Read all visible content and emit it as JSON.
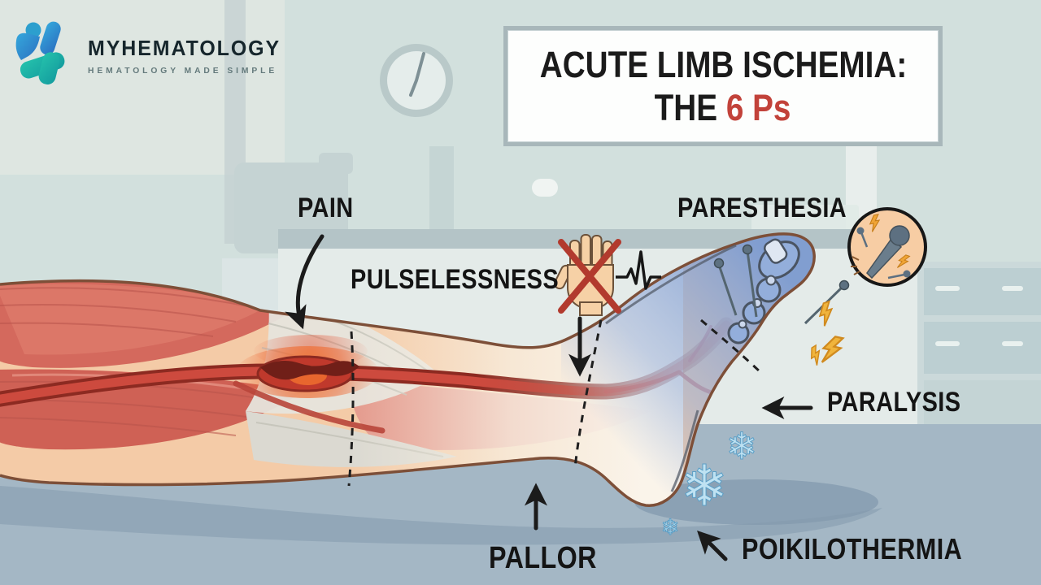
{
  "brand": {
    "name": "MYHEMATOLOGY",
    "tagline": "HEMATOLOGY MADE SIMPLE"
  },
  "title": {
    "line1": "ACUTE LIMB ISCHEMIA:",
    "line2_prefix": "THE",
    "line2_highlight": "6 Ps",
    "highlight_color": "#c2423a"
  },
  "labels": {
    "pain": "PAIN",
    "pulselessness": "PULSELESSNESS",
    "pallor": "PALLOR",
    "paresthesia": "PARESTHESIA",
    "paralysis": "PARALYSIS",
    "poikilothermia": "POIKILOTHERMIA"
  },
  "icons": [
    {
      "name": "clock-icon",
      "meaning": "wall clock in exam room"
    },
    {
      "name": "no-pulse-hand-icon",
      "meaning": "hand crossed out in red - absent pulse"
    },
    {
      "name": "ecg-trace-icon",
      "meaning": "single ECG spike next to crossed hand"
    },
    {
      "name": "pin-needle-badge-icon",
      "meaning": "circular badge with pricking pin and sparks"
    },
    {
      "name": "needle-pins-icon",
      "meaning": "pins stuck in the numb foot"
    },
    {
      "name": "lightning-bolts-icon",
      "meaning": "tingling bolts at the toes"
    },
    {
      "name": "snowflake-icon",
      "meaning": "cold snowflakes at the heel"
    }
  ],
  "colors": {
    "wall": "#d3e1de",
    "floor": "#a4b7c5",
    "label_text": "#141414",
    "title_red": "#c2423a",
    "artery_red": "#c0392c",
    "clot_dark_red": "#701f18",
    "ischemic_foot_blue": "#8fabd8",
    "skin": "#f4cba7",
    "muscle_red": "#d4695d",
    "snowflake_blue": "#bfe2f2",
    "badge_fill": "#f7cda4",
    "hand_x_red": "#b23a2e",
    "bolt_orange": "#f0b43c"
  }
}
